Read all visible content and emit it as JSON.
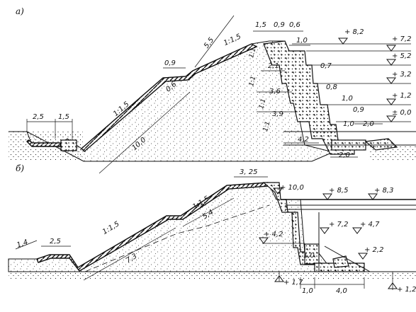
{
  "panel_a": {
    "label": "а)",
    "dims": [
      "2,5",
      "1,5",
      "0,9",
      "0,6",
      "1:1,5",
      "10,0",
      "5,5",
      "1:1,5",
      "1,5",
      "0,9",
      "0,6",
      "1,0",
      "2,1",
      "0,7",
      "3,6",
      "0,8",
      "1,0",
      "0,9",
      "3,9",
      "1,0",
      "4,2",
      "2,0",
      "2,0",
      "1:1",
      "1:1",
      "1:1",
      "1:1"
    ],
    "elevations": [
      "+ 8,2",
      "+ 7,2",
      "+ 5,2",
      "+ 3,2",
      "+ 1,2",
      "± 0,0"
    ]
  },
  "panel_b": {
    "label": "б)",
    "dims": [
      "1,4",
      "2,5",
      "1:1,5",
      "7,3",
      "1:1,5",
      "5,4",
      "3, 25",
      "1,0",
      "1,0",
      "4,0"
    ],
    "elevations": [
      "+ 10,0",
      "+ 8,5",
      "+ 8,3",
      "+ 7,2",
      "+ 4,7",
      "+ 4,2",
      "+ 2,2",
      "+ 1,7",
      "+ 1,2"
    ]
  },
  "colors": {
    "ink": "#111111",
    "paper": "#ffffff"
  }
}
